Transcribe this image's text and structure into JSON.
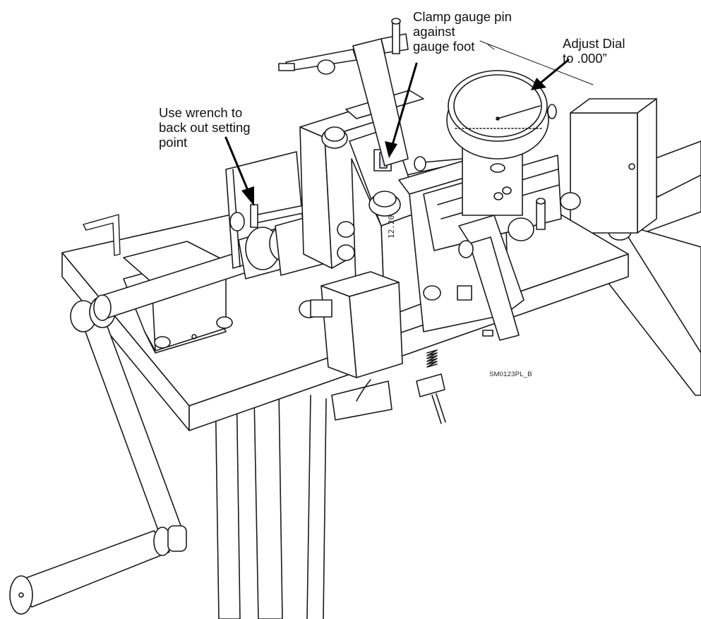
{
  "callouts": {
    "wrench": "Use wrench to\nback out setting\npoint",
    "clamp": "Clamp gauge pin\nagainst\ngauge foot",
    "dial": "Adjust Dial\nto .000”"
  },
  "figure_code": "SM0123PL_B",
  "block_stamp": "12.20"
}
